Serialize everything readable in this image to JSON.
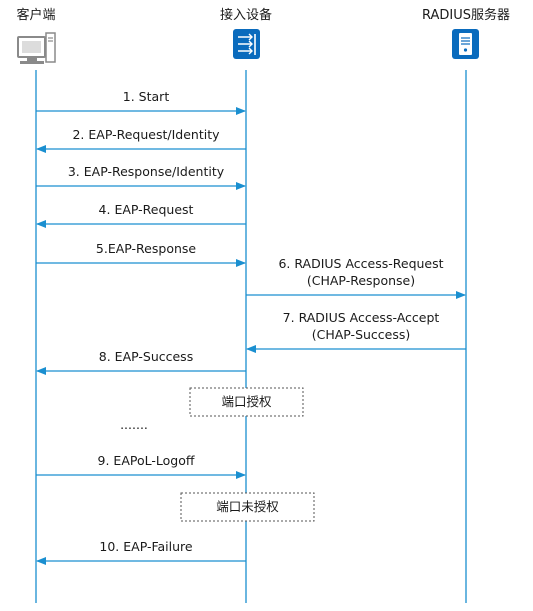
{
  "participants": {
    "client": "客户端",
    "device": "接入设备",
    "server": "RADIUS服务器"
  },
  "icons": {
    "client": "computer-icon",
    "device": "access-switch-icon",
    "server": "server-icon"
  },
  "colors": {
    "arrow": "#1a8fd0",
    "icon_blue": "#0a6bbd"
  },
  "messages": [
    {
      "lines": [
        "1. Start"
      ],
      "from": "client",
      "to": "device"
    },
    {
      "lines": [
        "2. EAP-Request/Identity"
      ],
      "from": "device",
      "to": "client"
    },
    {
      "lines": [
        "3. EAP-Response/Identity"
      ],
      "from": "client",
      "to": "device"
    },
    {
      "lines": [
        "4. EAP-Request"
      ],
      "from": "device",
      "to": "client"
    },
    {
      "lines": [
        "5.EAP-Response"
      ],
      "from": "client",
      "to": "device"
    },
    {
      "lines": [
        "6. RADIUS Access-Request",
        "(CHAP-Response)"
      ],
      "from": "device",
      "to": "server"
    },
    {
      "lines": [
        "7. RADIUS Access-Accept",
        "(CHAP-Success)"
      ],
      "from": "server",
      "to": "device"
    },
    {
      "lines": [
        "8. EAP-Success"
      ],
      "from": "device",
      "to": "client"
    },
    {
      "lines": [
        "9. EAPoL-Logoff"
      ],
      "from": "client",
      "to": "device"
    },
    {
      "lines": [
        "10. EAP-Failure"
      ],
      "from": "device",
      "to": "client"
    }
  ],
  "notes": {
    "port_authorized": "端口授权",
    "ellipsis": ".......",
    "port_unauthorized": "端口未授权"
  }
}
